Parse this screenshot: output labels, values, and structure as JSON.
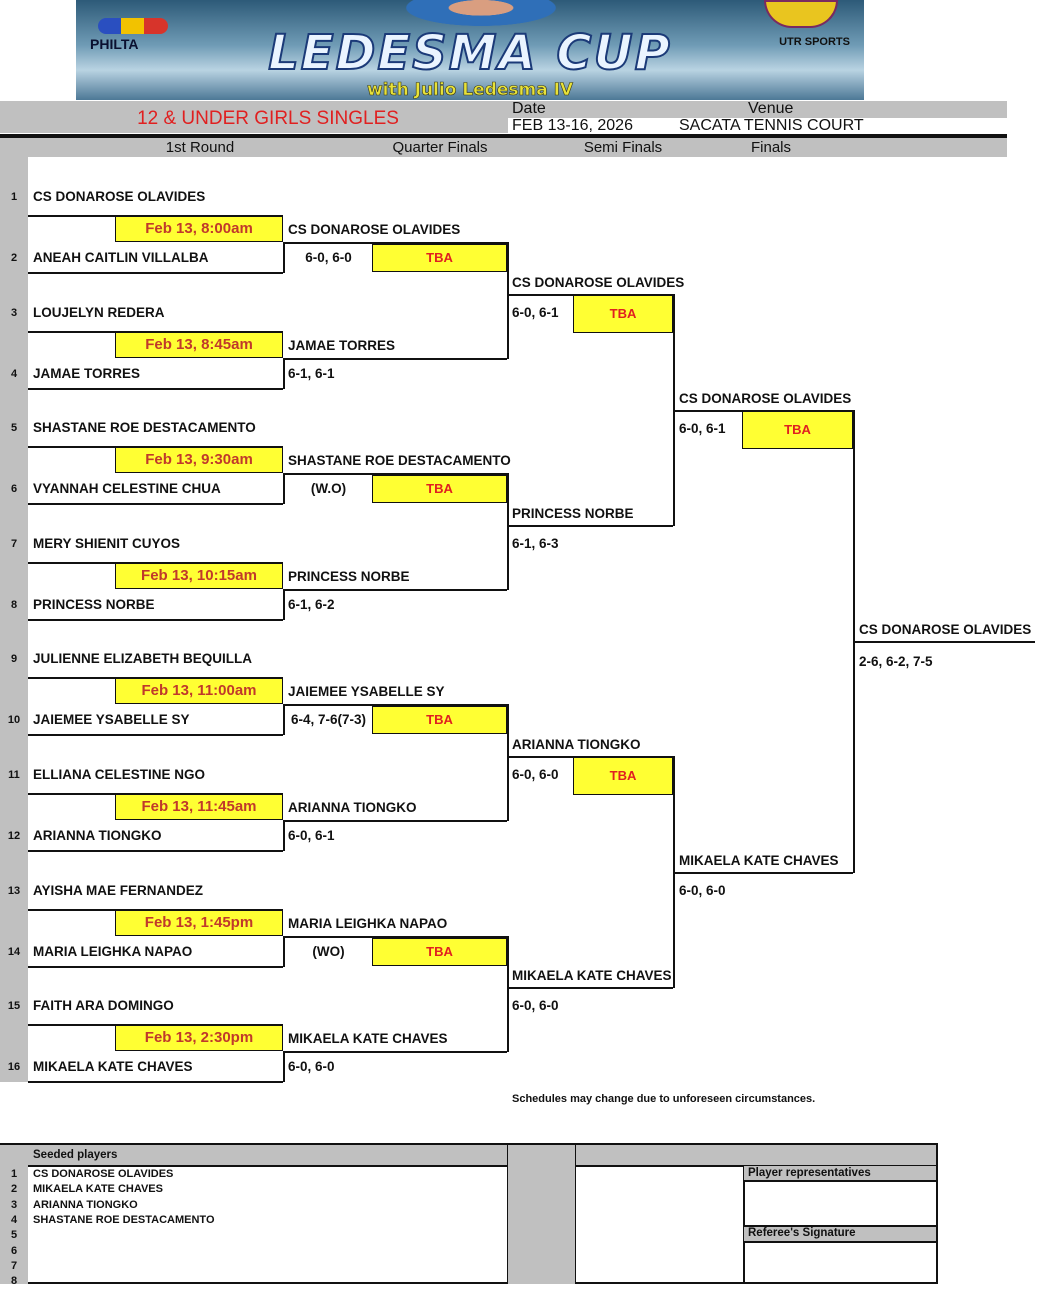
{
  "banner": {
    "title": "LEDESMA CUP",
    "subtitle": "with Julio Ledesma IV",
    "left_logo": "PHILTA",
    "right_logo": "UTR SPORTS"
  },
  "event": {
    "title": "12 & UNDER GIRLS SINGLES",
    "date_label": "Date",
    "date_value": "FEB 13-16, 2026",
    "venue_label": "Venue",
    "venue_value": "SACATA TENNIS COURT",
    "accent_color": "#e02020"
  },
  "rounds": [
    "1st Round",
    "Quarter Finals",
    "Semi Finals",
    "Finals"
  ],
  "first_round": [
    {
      "no": "1",
      "name": "CS DONAROSE OLAVIDES"
    },
    {
      "no": "2",
      "name": "ANEAH CAITLIN VILLALBA"
    },
    {
      "no": "3",
      "name": "LOUJELYN REDERA"
    },
    {
      "no": "4",
      "name": "JAMAE TORRES"
    },
    {
      "no": "5",
      "name": "SHASTANE ROE DESTACAMENTO"
    },
    {
      "no": "6",
      "name": "VYANNAH CELESTINE CHUA"
    },
    {
      "no": "7",
      "name": "MERY SHIENIT CUYOS"
    },
    {
      "no": "8",
      "name": "PRINCESS NORBE"
    },
    {
      "no": "9",
      "name": "JULIENNE ELIZABETH BEQUILLA"
    },
    {
      "no": "10",
      "name": "JAIEMEE YSABELLE SY"
    },
    {
      "no": "11",
      "name": "ELLIANA CELESTINE NGO"
    },
    {
      "no": "12",
      "name": "ARIANNA TIONGKO"
    },
    {
      "no": "13",
      "name": "AYISHA MAE FERNANDEZ"
    },
    {
      "no": "14",
      "name": "MARIA LEIGHKA NAPAO"
    },
    {
      "no": "15",
      "name": "FAITH ARA DOMINGO"
    },
    {
      "no": "16",
      "name": "MIKAELA KATE CHAVES"
    }
  ],
  "first_round_matches": [
    {
      "time": "Feb 13, 8:00am",
      "winner": "CS DONAROSE OLAVIDES",
      "score": "6-0, 6-0",
      "next_time": "TBA"
    },
    {
      "time": "Feb 13, 8:45am",
      "winner": "JAMAE TORRES",
      "score": "6-1, 6-1"
    },
    {
      "time": "Feb 13, 9:30am",
      "winner": "SHASTANE ROE DESTACAMENTO",
      "score": "(W.O)",
      "next_time": "TBA"
    },
    {
      "time": "Feb 13, 10:15am",
      "winner": "PRINCESS NORBE",
      "score": "6-1, 6-2"
    },
    {
      "time": "Feb 13, 11:00am",
      "winner": "JAIEMEE YSABELLE SY",
      "score": "6-4, 7-6(7-3)",
      "next_time": "TBA"
    },
    {
      "time": "Feb 13, 11:45am",
      "winner": "ARIANNA TIONGKO",
      "score": "6-0, 6-1"
    },
    {
      "time": "Feb 13, 1:45pm",
      "winner": "MARIA LEIGHKA NAPAO",
      "score": "(WO)",
      "next_time": "TBA"
    },
    {
      "time": "Feb 13, 2:30pm",
      "winner": "MIKAELA KATE CHAVES",
      "score": "6-0, 6-0"
    }
  ],
  "quarter_final_winners": [
    {
      "winner": "CS DONAROSE OLAVIDES",
      "score": "6-0, 6-1",
      "next_time": "TBA"
    },
    {
      "winner": "PRINCESS NORBE",
      "score": "6-1, 6-3"
    },
    {
      "winner": "ARIANNA TIONGKO",
      "score": "6-0, 6-0",
      "next_time": "TBA"
    },
    {
      "winner": "MIKAELA KATE CHAVES",
      "score": "6-0, 6-0"
    }
  ],
  "semi_final_winners": [
    {
      "winner": "CS DONAROSE OLAVIDES",
      "score": "6-0, 6-1",
      "next_time": "TBA"
    },
    {
      "winner": "MIKAELA KATE CHAVES",
      "score": "6-0, 6-0"
    }
  ],
  "champion": {
    "winner": "CS DONAROSE OLAVIDES",
    "score": "2-6, 6-2, 7-5"
  },
  "notice": "Schedules may change due to unforeseen circumstances.",
  "seeds": {
    "header": "Seeded players",
    "numbers": [
      "1",
      "2",
      "3",
      "4",
      "5",
      "6",
      "7",
      "8"
    ],
    "names": [
      "CS DONAROSE OLAVIDES",
      "MIKAELA KATE CHAVES",
      "ARIANNA TIONGKO",
      "SHASTANE ROE DESTACAMENTO"
    ]
  },
  "signatures": {
    "player_reps": "Player representatives",
    "referee": "Referee's Signature"
  }
}
